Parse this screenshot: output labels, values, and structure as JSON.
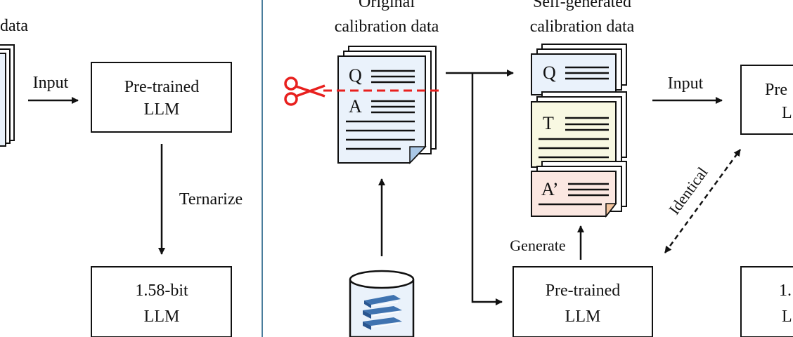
{
  "left_panel": {
    "partial_caption": "data",
    "input_label": "Input",
    "pretrained_box": {
      "line1": "Pre-trained",
      "line2": "LLM"
    },
    "ternarize_label": "Ternarize",
    "bit_box": {
      "line1": "1.58-bit",
      "line2": "LLM"
    }
  },
  "right_panel": {
    "original_caption": {
      "line1": "Original",
      "line2": "calibration data"
    },
    "original_doc": {
      "q_letter": "Q",
      "a_letter": "A"
    },
    "selfgen_caption": {
      "line1": "Self-generated",
      "line2": "calibration data"
    },
    "selfgen_docs": {
      "q_letter": "Q",
      "t_letter": "T",
      "a_letter": "A’"
    },
    "input_label": "Input",
    "pretrained_box": {
      "line1": "Pre-trained",
      "line2": "LLM"
    },
    "generate_label": "Generate",
    "identical_label": "Identical",
    "partial_box_top": {
      "line1": "Pre",
      "line2": "L"
    },
    "partial_box_bottom": {
      "line1": "1.",
      "line2": "L"
    }
  },
  "colors": {
    "divider": "#4a7d9c",
    "cut_line": "#e8201e",
    "q_doc_fill": "#eaf2fb",
    "t_doc_fill": "#f8f8e2",
    "a_doc_fill": "#fbe7e1",
    "corner_blue": "#a9c7e6",
    "corner_orange": "#f3c49e",
    "database_books": "#3f73b0"
  }
}
